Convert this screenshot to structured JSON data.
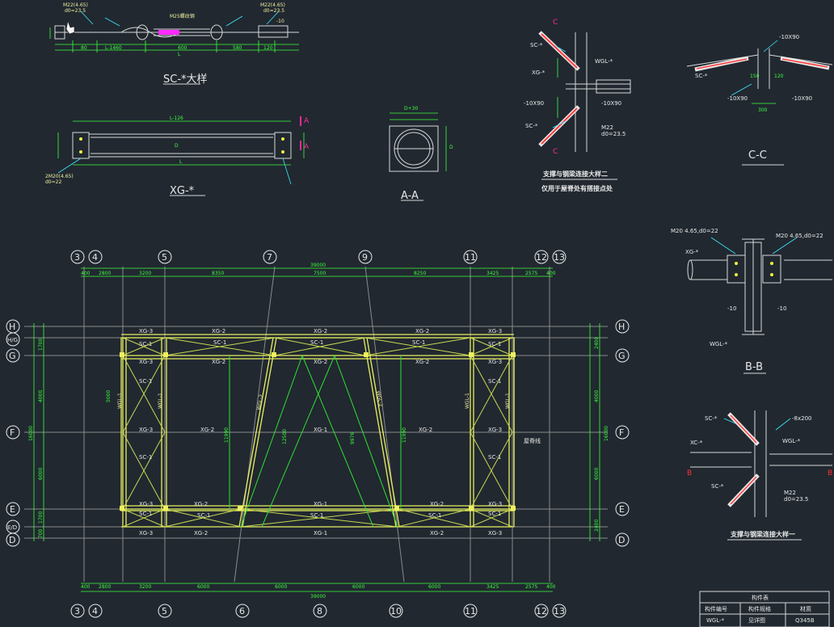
{
  "titles": {
    "sc_detail": "SC-*大样",
    "xg": "XG-*",
    "section_aa": "A-A",
    "section_cc": "C-C",
    "section_bb": "B-B",
    "joint2_title": "支撑与钢梁连接大样二",
    "joint2_sub": "仅用于屋脊处有搭接点处",
    "joint1_title": "支撑与钢梁连接大样一"
  },
  "section_marks": {
    "a": "A",
    "c": "C",
    "b": "B"
  },
  "sc_labels": {
    "m22_left": "M22(4.65)",
    "d_left": "d0=23.5",
    "m22_right": "M22(4.65)",
    "d_right": "d0=23.5",
    "m25": "M25螺纹钢",
    "l_minus": "L-1460",
    "d600": "600",
    "d580": "580",
    "d120": "120",
    "d80": "80",
    "l": "L",
    "p10": "-10"
  },
  "xg_labels": {
    "l126": "L-126",
    "l": "L",
    "bolt": "2M20(4.65)",
    "d0": "d0=22",
    "d": "D"
  },
  "aa_labels": {
    "d30": "D+30",
    "d": "D"
  },
  "cc_labels": {
    "p10x90": "-10X90",
    "p10x90b": "-10X90",
    "sc": "SC-*",
    "d150": "150",
    "d120": "120",
    "d300": "300"
  },
  "bb_labels": {
    "m20_left": "M20 4.65,d0=22",
    "m20_right": "M20 4.65,d0=22",
    "xg": "XG-*",
    "wgl": "WGL-*",
    "p10l": "-10",
    "p10r": "-10"
  },
  "joint2_labels": {
    "sc_top": "SC-*",
    "xg": "XG-*",
    "wgl": "WGL-*",
    "p10x90a": "-10X90",
    "p10x90b": "-10X90",
    "sc_bot": "SC-*",
    "m22": "M22",
    "d0": "d0=23.5"
  },
  "joint1_labels": {
    "sc_top": "SC-*",
    "xc": "XC-*",
    "wgl": "WGL-*",
    "p8": "-8x200",
    "sc_bot": "SC-*",
    "m22": "M22",
    "d0": "d0=23.5"
  },
  "plan": {
    "top_axes": [
      "3",
      "4",
      "5",
      "7",
      "9",
      "11",
      "12",
      "13"
    ],
    "bottom_axes": [
      "3",
      "4",
      "5",
      "6",
      "8",
      "10",
      "11",
      "12",
      "13"
    ],
    "row_axes": [
      "H",
      "H/G",
      "G",
      "F",
      "E",
      "E/D",
      "D"
    ],
    "top_dims": [
      "400",
      "2800",
      "3200",
      "8350",
      "7500",
      "8250",
      "3425",
      "2575",
      "400"
    ],
    "top_total": "39000",
    "bottom_dims": [
      "400",
      "2800",
      "3200",
      "6000",
      "6000",
      "6000",
      "6000",
      "3425",
      "2575",
      "400"
    ],
    "bottom_total": "39000",
    "left_dims": [
      "1700",
      "4000",
      "6000",
      "1700",
      "700"
    ],
    "left_total": "16000",
    "right_dims": [
      "2400",
      "4000",
      "6000",
      "2400"
    ],
    "right_total": "16000",
    "member_labels": {
      "xg3": "XG-3",
      "xg2": "XG-2",
      "xg1": "XG-1",
      "sc1": "SC-1",
      "wgl1": "WGL-1",
      "wgl2": "WGL-2",
      "note_right": "屋脊线",
      "d11990": "11990",
      "d12500": "12500",
      "d5000": "5000",
      "d9976": "9976"
    }
  },
  "table": {
    "title": "构件表",
    "headers": [
      "构件编号",
      "构件规格",
      "材质"
    ],
    "row1": [
      "WGL-*",
      "见详图",
      "Q345B"
    ]
  },
  "colors": {
    "background": "#212830",
    "dimension": "#3cff3c",
    "member": "#e8f060",
    "leader": "#40e8ff",
    "mark": "#ff2a9a"
  }
}
